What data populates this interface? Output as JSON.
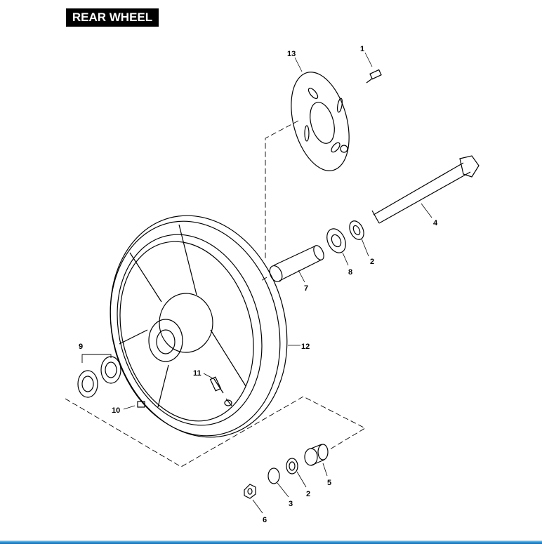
{
  "title": "REAR WHEEL",
  "callouts": {
    "c1": "1",
    "c13": "13",
    "c4": "4",
    "c2a": "2",
    "c8": "8",
    "c7": "7",
    "c12": "12",
    "c9": "9",
    "c11": "11",
    "c10": "10",
    "c5": "5",
    "c2b": "2",
    "c3": "3",
    "c6": "6"
  }
}
